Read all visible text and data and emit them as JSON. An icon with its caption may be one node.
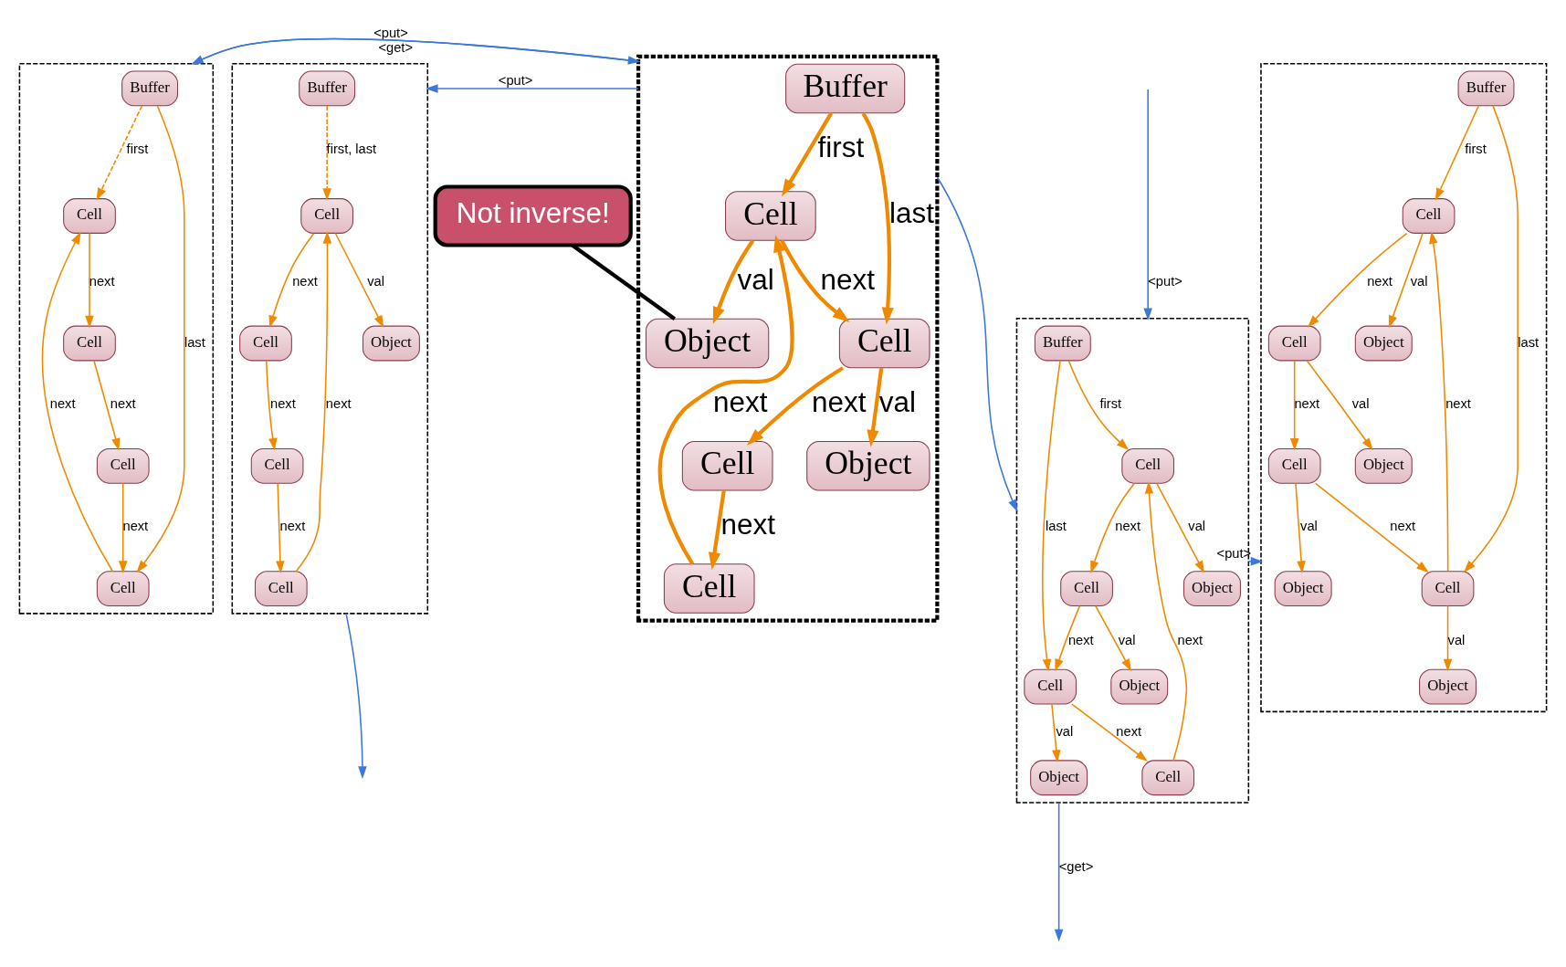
{
  "diagram": {
    "nodes": [
      {
        "text": [],
        "shape": "box"
      },
      {
        "text": [
          "Cell"
        ],
        "in": 0
      },
      {
        "text": [
          "Cell"
        ],
        "in": 0
      },
      {
        "text": [
          "Buffer"
        ],
        "in": 0
      },
      {
        "text": [
          "Cell"
        ],
        "in": 0
      },
      {
        "text": [
          "Cell"
        ],
        "in": 0
      },
      {
        "text": [],
        "shape": "box"
      },
      {
        "text": [
          "Cell"
        ],
        "in": 6
      },
      {
        "text": [
          "Object"
        ],
        "in": 6
      },
      {
        "text": [
          "Cell"
        ],
        "in": 6
      },
      {
        "text": [
          "Buffer"
        ],
        "in": 6
      },
      {
        "text": [
          "Cell"
        ],
        "in": 6
      },
      {
        "text": [
          "Cell"
        ],
        "in": 6
      },
      {
        "text": [
          "Not inverse!"
        ]
      },
      {
        "text": [],
        "shape": "box"
      },
      {
        "text": [
          "Cell"
        ],
        "in": 14
      },
      {
        "text": [
          "Object"
        ],
        "in": 14
      },
      {
        "text": [
          "Cell"
        ],
        "in": 14
      },
      {
        "text": [
          "Buffer"
        ],
        "in": 14
      },
      {
        "text": [
          "Cell"
        ],
        "in": 14
      },
      {
        "text": [
          "Object"
        ],
        "in": 14
      },
      {
        "text": [
          "Cell"
        ],
        "in": 14
      },
      {
        "text": [],
        "shape": "box"
      },
      {
        "text": [
          "Cell"
        ],
        "in": 22
      },
      {
        "text": [
          "Object"
        ],
        "in": 22
      },
      {
        "text": [
          "Cell"
        ],
        "in": 22
      },
      {
        "text": [
          "Buffer"
        ],
        "in": 22
      },
      {
        "text": [
          "Cell"
        ],
        "in": 22
      },
      {
        "text": [
          "Object"
        ],
        "in": 22
      },
      {
        "text": [
          "Object"
        ],
        "in": 22
      },
      {
        "text": [
          "Cell"
        ],
        "in": 22
      },
      {
        "text": [
          "Object"
        ],
        "in": 22
      },
      {
        "text": [],
        "shape": "box"
      },
      {
        "text": [
          "Cell"
        ],
        "in": 32
      },
      {
        "text": [
          "Object"
        ],
        "in": 32
      },
      {
        "text": [
          "Cell"
        ],
        "in": 32
      },
      {
        "text": [
          "Buffer"
        ],
        "in": 32
      },
      {
        "text": [
          "Cell"
        ],
        "in": 32
      },
      {
        "text": [
          "Object"
        ],
        "in": 32
      },
      {
        "text": [
          "Cell"
        ],
        "in": 32
      },
      {
        "text": [
          "Object"
        ],
        "in": 32
      }
    ],
    "edges": [
      {
        "from": 3,
        "to": 1,
        "arrow": "to",
        "label": "first",
        "style": "dashed"
      },
      {
        "from": 3,
        "to": 2,
        "arrow": "to",
        "label": "last"
      },
      {
        "from": 2,
        "to": 1,
        "arrow": "to",
        "label": "next"
      },
      {
        "from": 1,
        "to": 4,
        "arrow": "to",
        "label": "next"
      },
      {
        "from": 4,
        "to": 5,
        "arrow": "to",
        "label": "next"
      },
      {
        "from": 5,
        "to": 2,
        "arrow": "to",
        "label": "next"
      },
      {
        "from": 7,
        "to": 8,
        "arrow": "to",
        "label": "val"
      },
      {
        "from": 10,
        "to": 7,
        "arrow": "to",
        "label": "first, last",
        "style": "dashed"
      },
      {
        "from": 9,
        "to": 7,
        "arrow": "to",
        "label": "next"
      },
      {
        "from": 7,
        "to": 11,
        "arrow": "to",
        "label": "next"
      },
      {
        "from": 11,
        "to": 12,
        "arrow": "to",
        "label": "next"
      },
      {
        "from": 12,
        "to": 9,
        "arrow": "to",
        "label": "next"
      },
      {
        "from": 13,
        "to": 16,
        "arrow": "none",
        "color": "#000000",
        "style": "thick"
      },
      {
        "from": 18,
        "to": 15,
        "arrow": "to",
        "label": "first",
        "style": "thick"
      },
      {
        "from": 18,
        "to": 19,
        "arrow": "to",
        "label": "last",
        "style": "thick"
      },
      {
        "from": 15,
        "to": 16,
        "arrow": "to",
        "label": "val",
        "style": "thick"
      },
      {
        "from": 15,
        "to": 19,
        "arrow": "to",
        "label": "next",
        "style": "thick"
      },
      {
        "from": 19,
        "to": 20,
        "arrow": "to",
        "label": "val",
        "style": "thick"
      },
      {
        "from": 19,
        "to": 21,
        "arrow": "to",
        "label": "next",
        "style": "thick"
      },
      {
        "from": 21,
        "to": 17,
        "arrow": "to",
        "label": "next",
        "style": "thick"
      },
      {
        "from": 17,
        "to": 15,
        "arrow": "to",
        "label": "next",
        "style": "thick"
      },
      {
        "from": 23,
        "to": 24,
        "arrow": "to",
        "label": "val"
      },
      {
        "from": 26,
        "to": 23,
        "arrow": "to",
        "label": "first"
      },
      {
        "from": 26,
        "to": 25,
        "arrow": "to",
        "label": "last"
      },
      {
        "from": 25,
        "to": 23,
        "arrow": "to",
        "label": "next"
      },
      {
        "from": 23,
        "to": 27,
        "arrow": "to",
        "label": "next"
      },
      {
        "from": 27,
        "to": 28,
        "arrow": "to",
        "label": "val"
      },
      {
        "from": 27,
        "to": 30,
        "arrow": "to",
        "label": "next"
      },
      {
        "from": 30,
        "to": 25,
        "arrow": "to",
        "label": "next"
      },
      {
        "from": 25,
        "to": 29,
        "arrow": "to",
        "label": "val"
      },
      {
        "from": 30,
        "to": 31,
        "arrow": "to",
        "label": "val"
      },
      {
        "from": 33,
        "to": 34,
        "arrow": "to",
        "label": "val"
      },
      {
        "from": 36,
        "to": 33,
        "arrow": "to",
        "label": "first"
      },
      {
        "from": 36,
        "to": 39,
        "arrow": "to",
        "label": "last"
      },
      {
        "from": 35,
        "to": 33,
        "arrow": "to",
        "label": "next"
      },
      {
        "from": 33,
        "to": 37,
        "arrow": "to",
        "label": "next"
      },
      {
        "from": 37,
        "to": 38,
        "arrow": "to",
        "label": "val"
      },
      {
        "from": 37,
        "to": 39,
        "arrow": "to",
        "label": "next"
      },
      {
        "from": 39,
        "to": 35,
        "arrow": "to",
        "label": "next"
      },
      {
        "from": 39,
        "to": 40,
        "arrow": "to",
        "label": "val"
      },
      {
        "from": 0,
        "to": 14,
        "arrow": "to",
        "label": "<put>",
        "color": "#3c78d8"
      },
      {
        "from": 14,
        "to": 0,
        "arrow": "to",
        "label": "<get>",
        "color": "#3c78d8"
      },
      {
        "from": 14,
        "to": 6,
        "arrow": "to",
        "label": "<put>",
        "color": "#3c78d8"
      },
      {
        "from": 6,
        "to": null,
        "arrow": "to",
        "color": "#3c78d8"
      },
      {
        "from": null,
        "to": 32,
        "arrow": "to",
        "label": "<put>",
        "color": "#3c78d8"
      },
      {
        "from": 32,
        "to": null,
        "arrow": "to",
        "label": "<get>",
        "color": "#3c78d8"
      },
      {
        "from": 32,
        "to": 22,
        "arrow": "to",
        "label": "<put>",
        "color": "#3c78d8"
      },
      {
        "from": 14,
        "to": 32,
        "arrow": "to",
        "color": "#3c78d8"
      }
    ]
  }
}
